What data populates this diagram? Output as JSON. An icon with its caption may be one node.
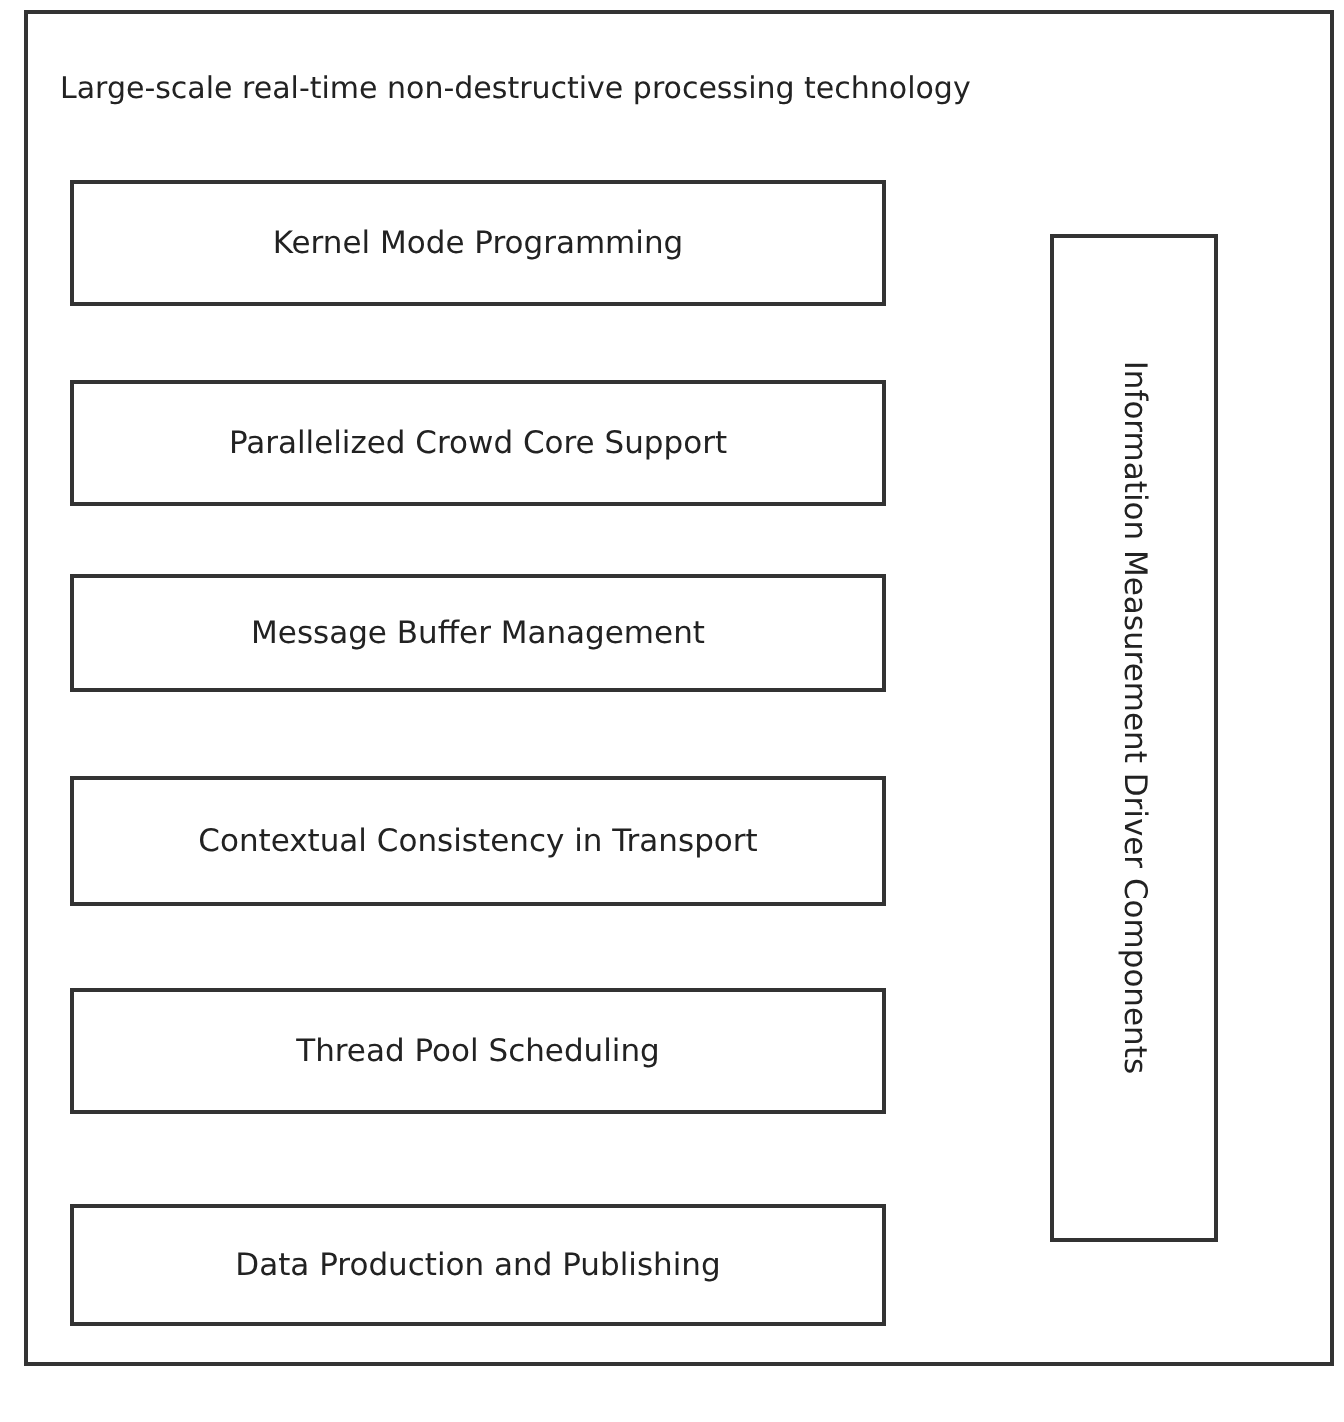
{
  "diagram": {
    "nodes": [
      {
        "text": [
          "Large-scale real-time non-destructive processing technology"
        ]
      },
      {
        "text": [
          "Kernel Mode Programming"
        ],
        "in": 0
      },
      {
        "text": [
          "Parallelized Crowd Core Support"
        ],
        "in": 0
      },
      {
        "text": [
          "Message Buffer Management"
        ],
        "in": 0
      },
      {
        "text": [
          "Contextual Consistency in Transport"
        ],
        "in": 0
      },
      {
        "text": [
          "Thread Pool Scheduling"
        ],
        "in": 0
      },
      {
        "text": [
          "Data Production and Publishing"
        ],
        "in": 0
      },
      {
        "text": [
          "Information Measurement Driver Components"
        ],
        "in": 0
      }
    ]
  }
}
